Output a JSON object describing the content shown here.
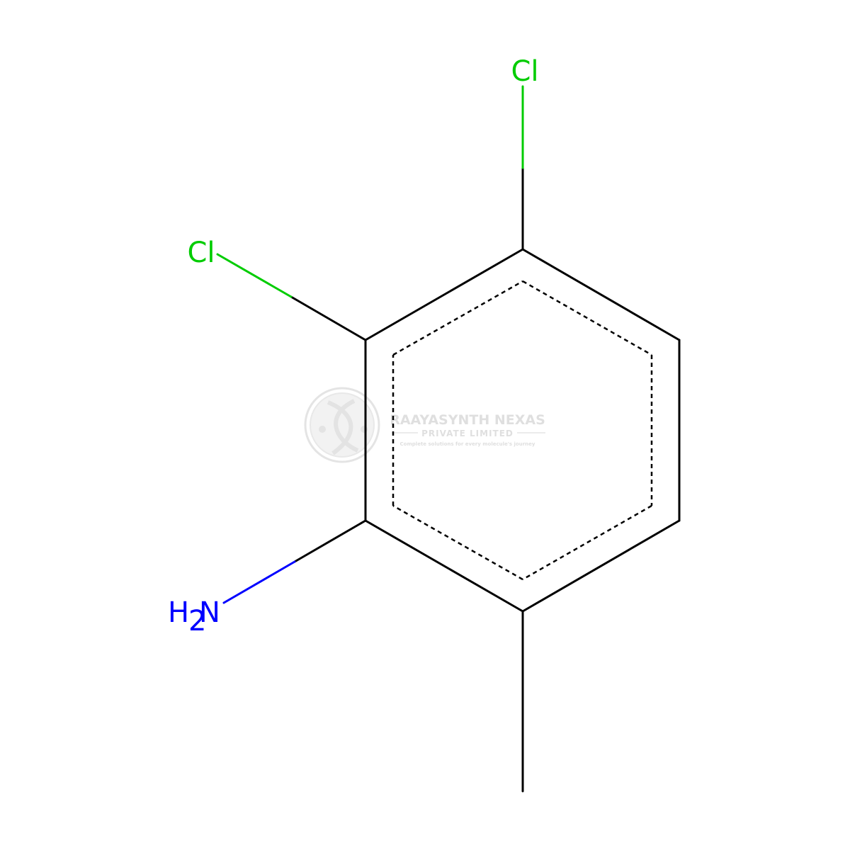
{
  "molecule": {
    "atoms": {
      "cl_top": "Cl",
      "cl_left": "Cl",
      "amine_h": "H",
      "amine_sub": "2",
      "amine_n": "N"
    },
    "colors": {
      "bond": "#000000",
      "chlorine": "#00cc00",
      "nitrogen": "#0000ff"
    }
  },
  "watermark": {
    "company": "RAAYASYNTH NEXAS",
    "subtitle": "PRIVATE LIMITED",
    "tagline": "Complete solutions for every molecule's journey",
    "color": "#dcdcdc"
  }
}
